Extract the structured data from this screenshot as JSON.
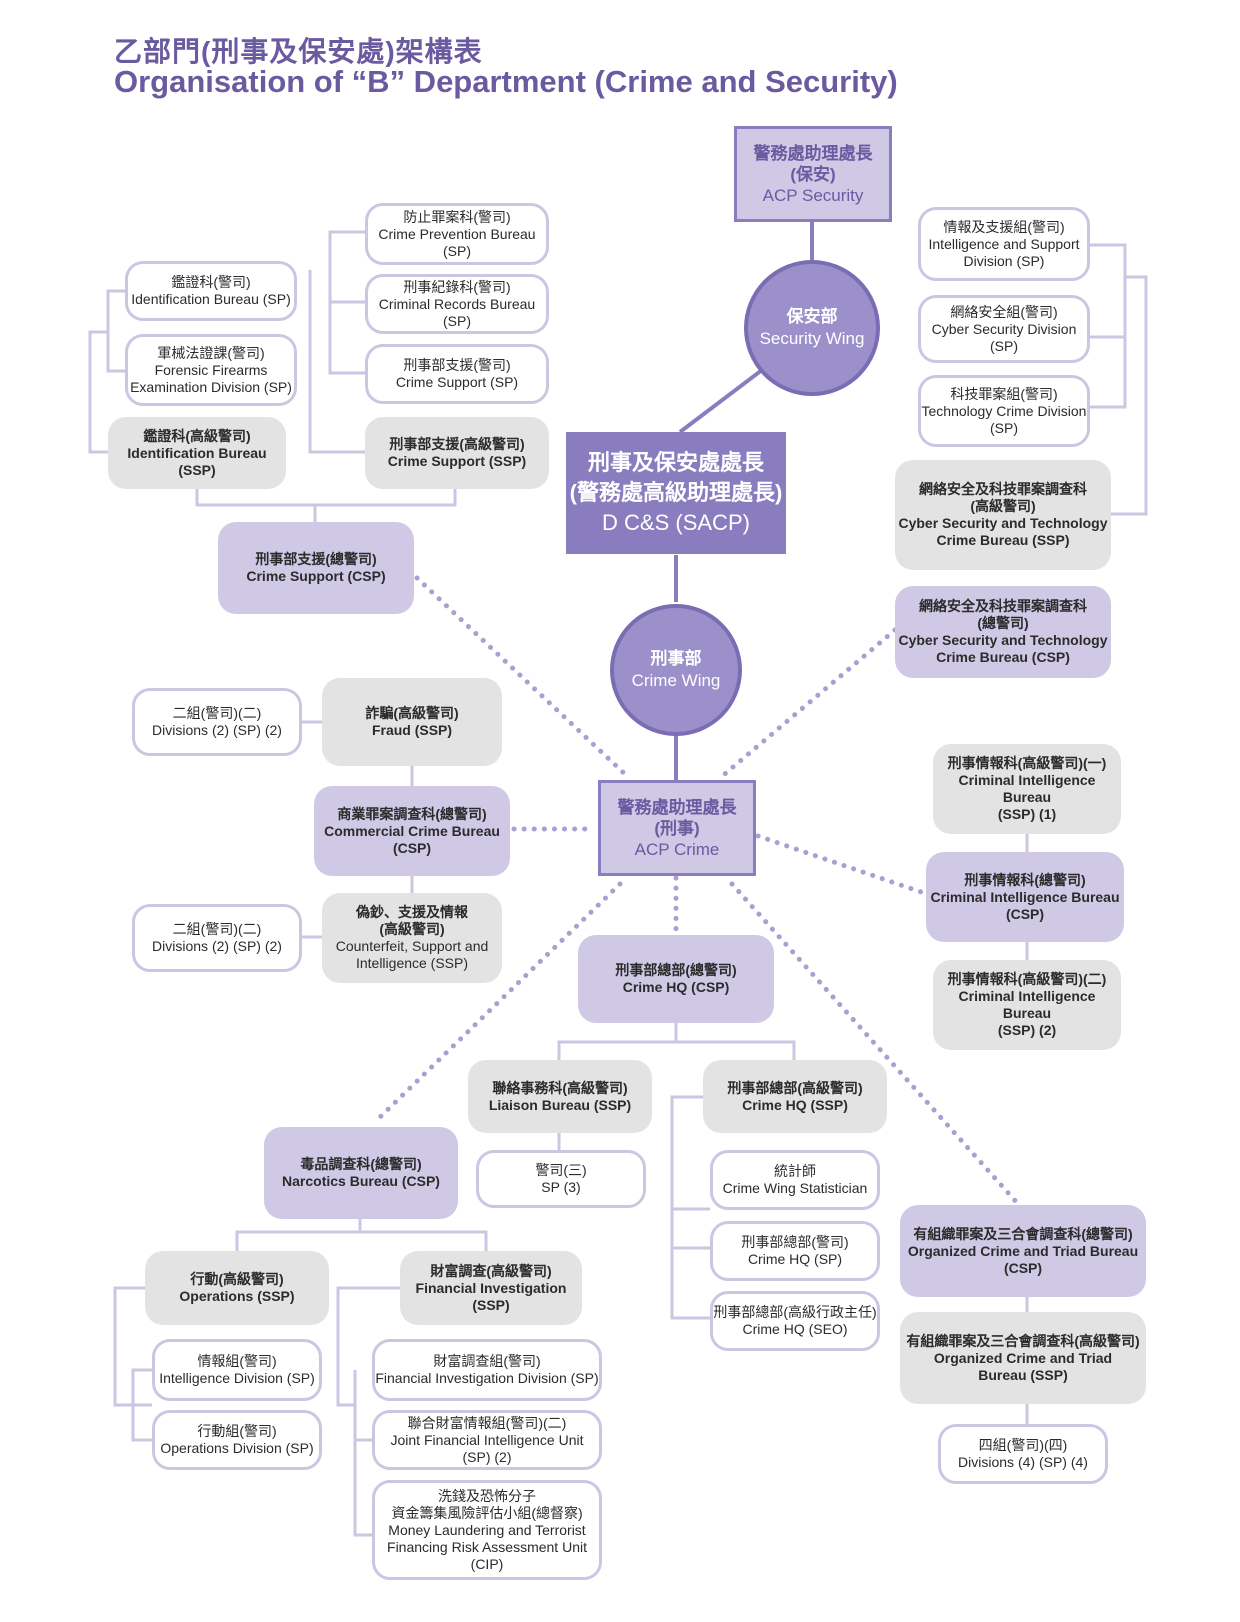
{
  "title": {
    "zh": "乙部門(刑事及保安處)架構表",
    "en": "Organisation of “B” Department (Crime and Security)"
  },
  "colors": {
    "accent": "#6a5a9f",
    "dark_box": "#8a7dbf",
    "lavender_box": "#cfc9e6",
    "grey_box": "#e3e3e3",
    "white_box_border": "#cdc6e3"
  },
  "nodes": {
    "acp_security": [
      "警務處助理處長",
      "(保安)",
      "ACP Security"
    ],
    "security_wing": [
      "保安部",
      "Security Wing"
    ],
    "dcs": [
      "刑事及保安處處長",
      "(警務處高級助理處長)",
      "D C&S (SACP)"
    ],
    "crime_wing": [
      "刑事部",
      "Crime Wing"
    ],
    "acp_crime": [
      "警務處助理處長",
      "(刑事)",
      "ACP Crime"
    ],
    "crime_prevention": [
      "防止罪案科(警司)",
      "Crime Prevention Bureau (SP)"
    ],
    "criminal_records": [
      "刑事紀錄科(警司)",
      "Criminal Records Bureau (SP)"
    ],
    "crime_support_sp": [
      "刑事部支援(警司)",
      "Crime Support (SP)"
    ],
    "identification_sp": [
      "鑑證科(警司)",
      "Identification Bureau (SP)"
    ],
    "forensic_firearms": [
      "軍械法證課(警司)",
      "Forensic Firearms",
      "Examination Division (SP)"
    ],
    "identification_ssp": [
      "鑑證科(高級警司)",
      "Identification Bureau (SSP)"
    ],
    "crime_support_ssp": [
      "刑事部支援(高級警司)",
      "Crime Support (SSP)"
    ],
    "crime_support_csp": [
      "刑事部支援(總警司)",
      "Crime Support (CSP)"
    ],
    "intel_support": [
      "情報及支援組(警司)",
      "Intelligence and Support",
      "Division (SP)"
    ],
    "cyber_division": [
      "網絡安全組(警司)",
      "Cyber Security Division (SP)"
    ],
    "tech_crime": [
      "科技罪案組(警司)",
      "Technology Crime Division",
      "(SP)"
    ],
    "cstcb_ssp": [
      "網絡安全及科技罪案調查科",
      "(高級警司)",
      "Cyber Security and Technology",
      "Crime Bureau (SSP)"
    ],
    "cstcb_csp": [
      "網絡安全及科技罪案調查科",
      "(總警司)",
      "Cyber Security and Technology",
      "Crime Bureau (CSP)"
    ],
    "divisions_2a": [
      "二組(警司)(二)",
      "Divisions (2) (SP) (2)"
    ],
    "fraud": [
      "詐騙(高級警司)",
      "Fraud (SSP)"
    ],
    "ccb": [
      "商業罪案調查科(總警司)",
      "Commercial Crime Bureau",
      "(CSP)"
    ],
    "divisions_2b": [
      "二組(警司)(二)",
      "Divisions (2) (SP) (2)"
    ],
    "counterfeit": [
      "偽鈔、支援及情報",
      "(高級警司)",
      "Counterfeit, Support and",
      "Intelligence (SSP)"
    ],
    "cib_ssp1": [
      "刑事情報科(高級警司)(一)",
      "Criminal Intelligence Bureau",
      "(SSP) (1)"
    ],
    "cib_csp": [
      "刑事情報科(總警司)",
      "Criminal Intelligence Bureau",
      "(CSP)"
    ],
    "cib_ssp2": [
      "刑事情報科(高級警司)(二)",
      "Criminal Intelligence Bureau",
      "(SSP) (2)"
    ],
    "crime_hq_csp": [
      "刑事部總部(總警司)",
      "Crime HQ (CSP)"
    ],
    "liaison": [
      "聯絡事務科(高級警司)",
      "Liaison Bureau (SSP)"
    ],
    "crime_hq_ssp": [
      "刑事部總部(高級警司)",
      "Crime HQ (SSP)"
    ],
    "sp3": [
      "警司(三)",
      "SP (3)"
    ],
    "statistician": [
      "統計師",
      "Crime Wing Statistician"
    ],
    "crime_hq_sp": [
      "刑事部總部(警司)",
      "Crime HQ (SP)"
    ],
    "crime_hq_seo": [
      "刑事部總部(高級行政主任)",
      "Crime HQ (SEO)"
    ],
    "narcotics": [
      "毒品調查科(總警司)",
      "Narcotics Bureau (CSP)"
    ],
    "operations_ssp": [
      "行動(高級警司)",
      "Operations (SSP)"
    ],
    "financial_ssp": [
      "財富調查(高級警司)",
      "Financial Investigation",
      "(SSP)"
    ],
    "intel_div": [
      "情報組(警司)",
      "Intelligence Division (SP)"
    ],
    "ops_div": [
      "行動組(警司)",
      "Operations Division (SP)"
    ],
    "fin_div": [
      "財富調查組(警司)",
      "Financial Investigation Division (SP)"
    ],
    "jfiu": [
      "聯合財富情報組(警司)(二)",
      "Joint Financial Intelligence Unit (SP) (2)"
    ],
    "ml_unit": [
      "洗錢及恐怖分子",
      "資金籌集風險評估小組(總督察)",
      "Money Laundering and Terrorist",
      "Financing Risk Assessment Unit",
      "(CIP)"
    ],
    "octb_csp": [
      "有組織罪案及三合會調查科(總警司)",
      "Organized Crime and Triad Bureau",
      "(CSP)"
    ],
    "octb_ssp": [
      "有組織罪案及三合會調查科(高級警司)",
      "Organized Crime and Triad",
      "Bureau (SSP)"
    ],
    "divisions_4": [
      "四組(警司)(四)",
      "Divisions (4) (SP) (4)"
    ]
  }
}
